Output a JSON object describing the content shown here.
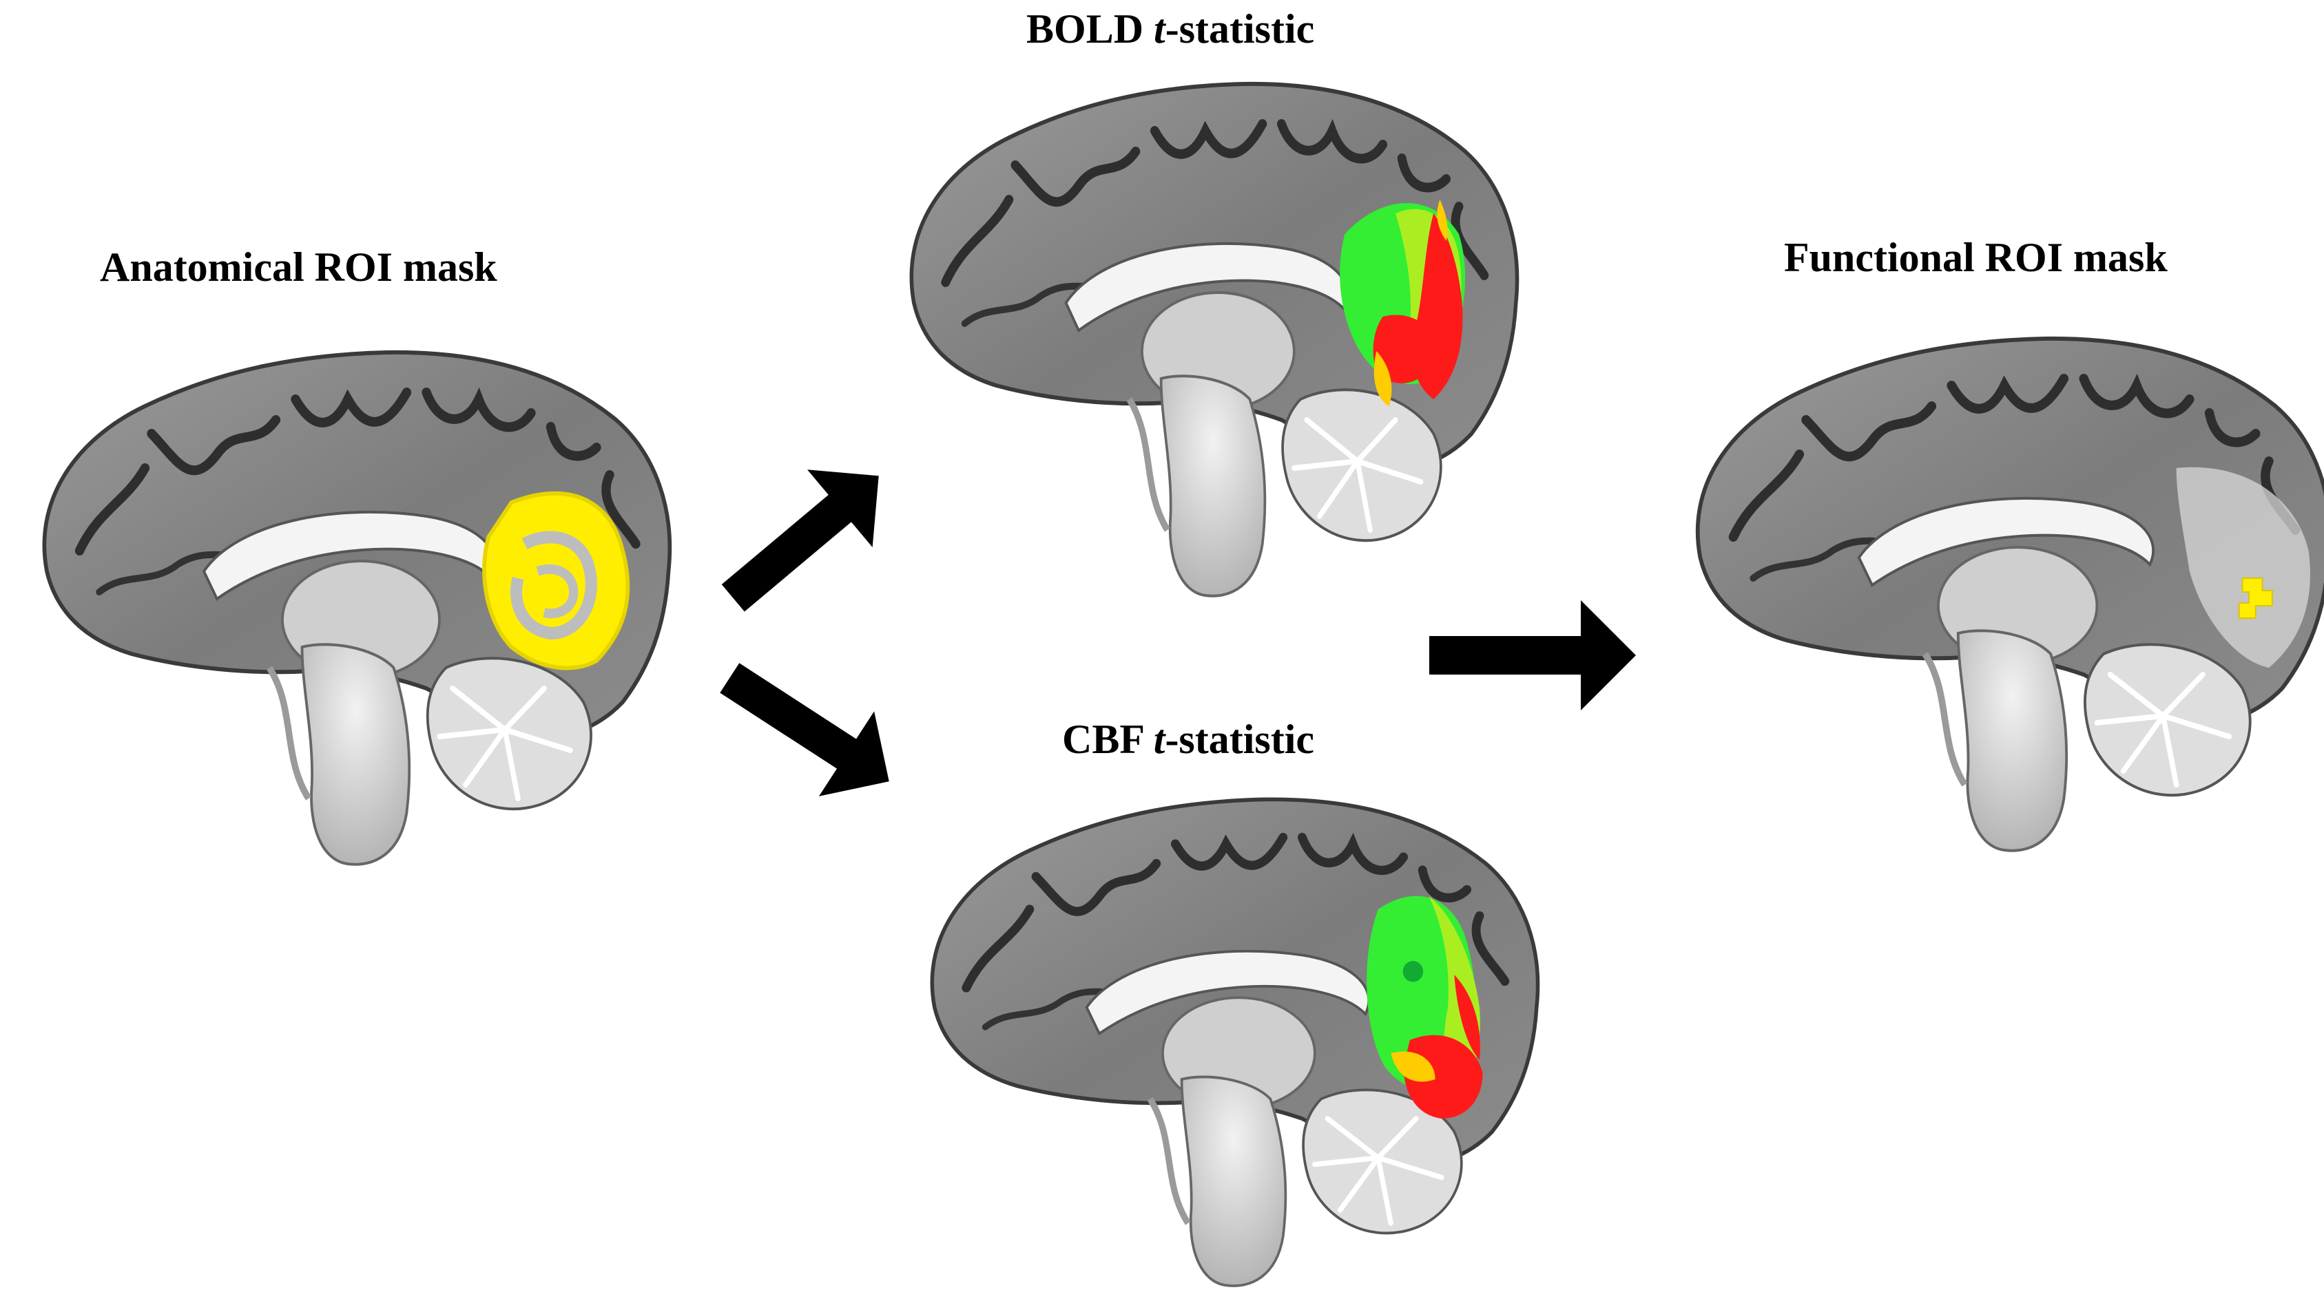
{
  "panels": {
    "anatomical": {
      "title": "Anatomical ROI mask",
      "overlay_color": "#ffee00"
    },
    "bold": {
      "title_prefix": "BOLD ",
      "title_italic": "t",
      "title_suffix": "-statistic"
    },
    "cbf": {
      "title_prefix": "CBF ",
      "title_italic": "t",
      "title_suffix": "-statistic"
    },
    "functional": {
      "title": "Functional ROI mask",
      "overlay_color": "#ffee00"
    }
  },
  "colors": {
    "arrow": "#000000",
    "stat_high": "#ff1a1a",
    "stat_mid": "#ffcc00",
    "stat_low": "#33ee33"
  }
}
